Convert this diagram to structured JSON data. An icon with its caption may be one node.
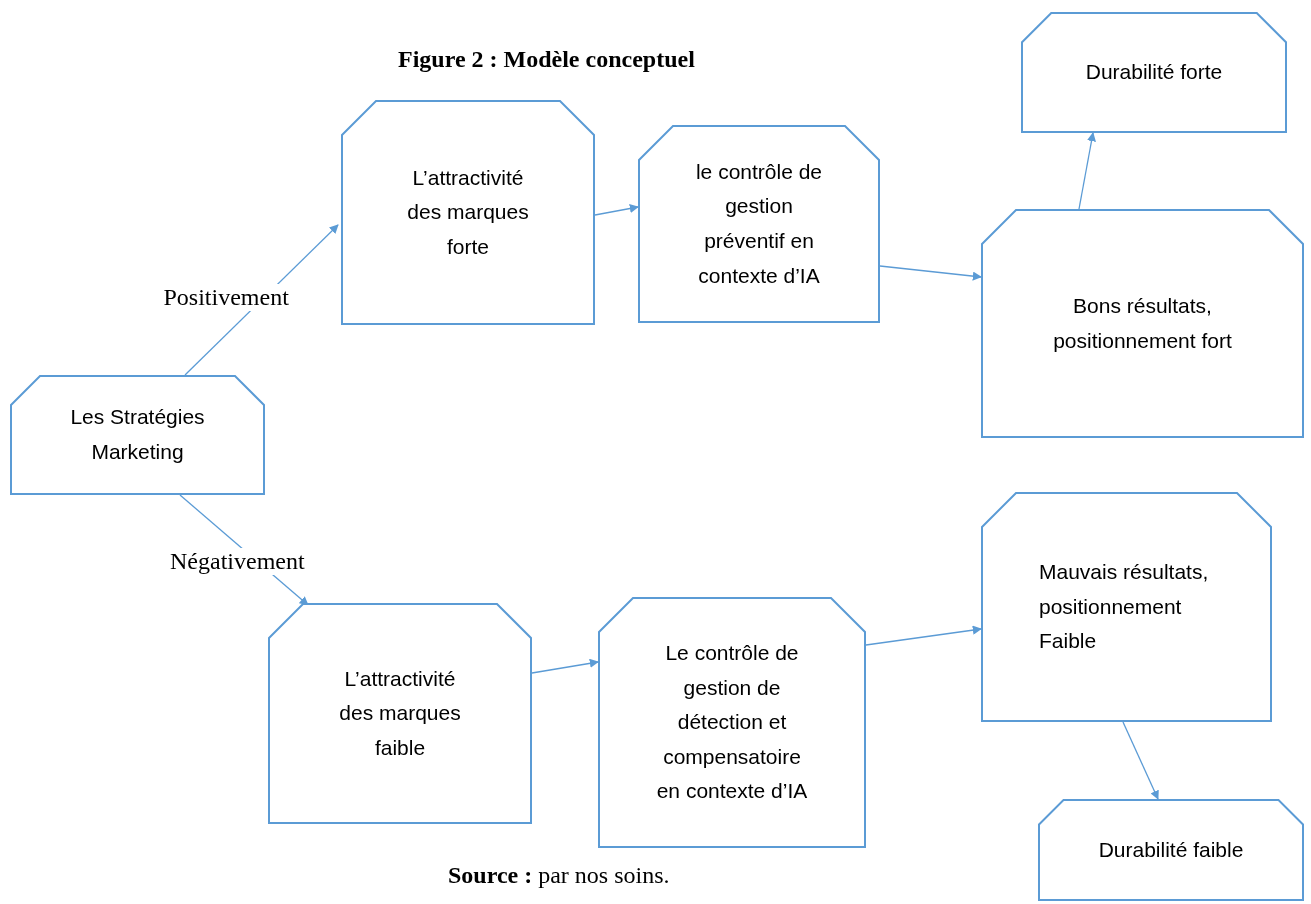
{
  "diagram": {
    "title": "Figure 2 : Modèle conceptuel",
    "caption": "**Source :** par nos soins.",
    "nodes": [
      {
        "text": [
          "Les Stratégies Marketing"
        ]
      },
      {
        "text": [
          "L’attractivité des marques forte"
        ]
      },
      {
        "text": [
          "le contrôle de gestion préventif en contexte d’IA"
        ]
      },
      {
        "text": [
          "Durabilité forte"
        ]
      },
      {
        "text": [
          "Bons résultats, positionnement fort"
        ]
      },
      {
        "text": [
          "L’attractivité des marques faible"
        ]
      },
      {
        "text": [
          "Le contrôle de gestion de détection et compensatoire en contexte d’IA"
        ]
      },
      {
        "text": [
          "Mauvais résultats, positionnement Faible"
        ]
      },
      {
        "text": [
          "Durabilité faible"
        ]
      }
    ],
    "edges": [
      {
        "from": 0,
        "to": 1,
        "arrow": "to",
        "label": "Positivement"
      },
      {
        "from": 0,
        "to": 5,
        "arrow": "to",
        "label": "Négativement"
      },
      {
        "from": 1,
        "to": 2,
        "arrow": "to"
      },
      {
        "from": 2,
        "to": 4,
        "arrow": "to"
      },
      {
        "from": 4,
        "to": 3,
        "arrow": "to"
      },
      {
        "from": 5,
        "to": 6,
        "arrow": "to"
      },
      {
        "from": 6,
        "to": 7,
        "arrow": "to"
      },
      {
        "from": 7,
        "to": 8,
        "arrow": "to"
      }
    ]
  }
}
